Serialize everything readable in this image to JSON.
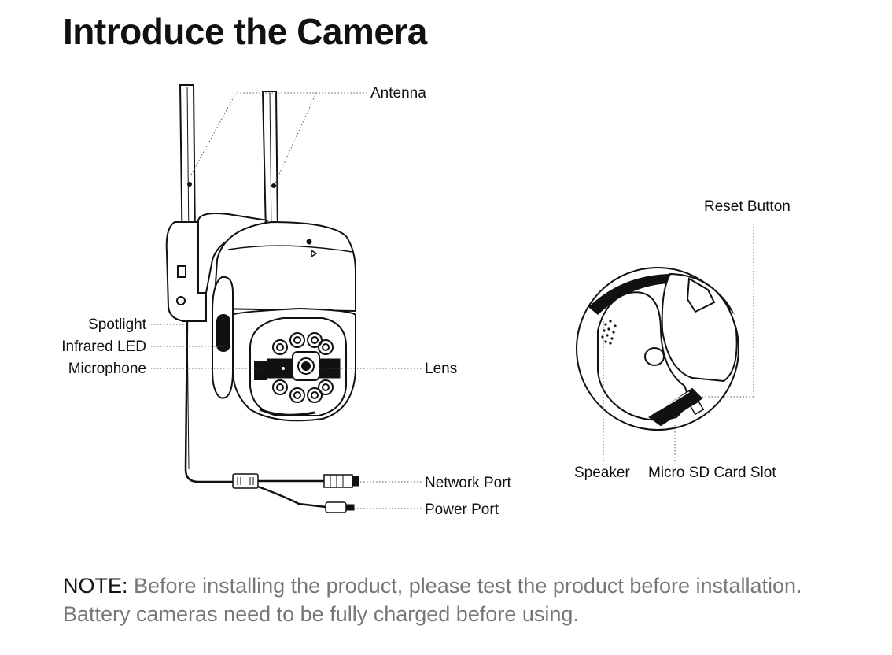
{
  "title": "Introduce the Camera",
  "labels": {
    "antenna": "Antenna",
    "spotlight": "Spotlight",
    "infrared_led": "Infrared LED",
    "microphone": "Microphone",
    "lens": "Lens",
    "network_port": "Network Port",
    "power_port": "Power Port",
    "reset_button": "Reset Button",
    "speaker": "Speaker",
    "micro_sd": "Micro SD Card Slot"
  },
  "note": {
    "prefix": "NOTE:",
    "line1": " Before installing the product, please test the product before installation.",
    "line2": "Battery cameras need to be fully charged before using."
  },
  "icons": [
    "camera-front-illustration",
    "camera-bottom-illustration"
  ]
}
